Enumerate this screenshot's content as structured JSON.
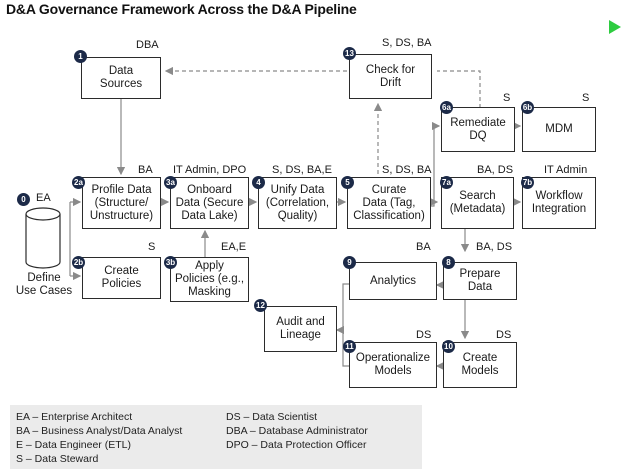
{
  "title": "D&A Governance Framework Across the D&A Pipeline",
  "start": {
    "badge": "0",
    "role": "EA",
    "label": "Define\nUse Cases"
  },
  "nodes": [
    {
      "id": "data-sources",
      "badge": "1",
      "label": "Data\nSources",
      "role": "DBA"
    },
    {
      "id": "check-drift",
      "badge": "13",
      "label": "Check for\nDrift",
      "role": "S, DS, BA"
    },
    {
      "id": "remediate-dq",
      "badge": "6a",
      "label": "Remediate\nDQ",
      "role": "S"
    },
    {
      "id": "mdm",
      "badge": "6b",
      "label": "MDM",
      "role": "S"
    },
    {
      "id": "profile-data",
      "badge": "2a",
      "label": "Profile Data\n(Structure/\nUnstructure)",
      "role": "BA"
    },
    {
      "id": "onboard-data",
      "badge": "3a",
      "label": "Onboard\nData (Secure\nData Lake)",
      "role": "IT Admin, DPO"
    },
    {
      "id": "unify-data",
      "badge": "4",
      "label": "Unify Data\n(Correlation,\nQuality)",
      "role": "S, DS, BA,E"
    },
    {
      "id": "curate-data",
      "badge": "5",
      "label": "Curate\nData (Tag,\nClassification)",
      "role": "S, DS, BA"
    },
    {
      "id": "search",
      "badge": "7a",
      "label": "Search\n(Metadata)",
      "role": "BA, DS"
    },
    {
      "id": "workflow",
      "badge": "7b",
      "label": "Workflow\nIntegration",
      "role": "IT Admin"
    },
    {
      "id": "create-policies",
      "badge": "2b",
      "label": "Create\nPolicies",
      "role": "S"
    },
    {
      "id": "apply-policies",
      "badge": "3b",
      "label": "Apply\nPolicies (e.g.,\nMasking",
      "role": "EA,E"
    },
    {
      "id": "analytics",
      "badge": "9",
      "label": "Analytics",
      "role": "BA"
    },
    {
      "id": "prepare-data",
      "badge": "8",
      "label": "Prepare\nData",
      "role": "BA, DS"
    },
    {
      "id": "audit-lineage",
      "badge": "12",
      "label": "Audit and\nLineage",
      "role": ""
    },
    {
      "id": "operationalize",
      "badge": "11",
      "label": "Operationalize\nModels",
      "role": "DS"
    },
    {
      "id": "create-models",
      "badge": "10",
      "label": "Create\nModels",
      "role": "DS"
    }
  ],
  "legend": [
    "EA – Enterprise Architect",
    "BA – Business Analyst/Data Analyst",
    "E – Data Engineer (ETL)",
    "S – Data Steward",
    "DS – Data Scientist",
    "DBA – Database Administrator",
    "DPO – Data Protection Officer"
  ],
  "colors": {
    "badge": "#1c2a48",
    "line": "#8a8a8a",
    "legend_bg": "#ebebeb",
    "accent": "#2ecc40"
  }
}
